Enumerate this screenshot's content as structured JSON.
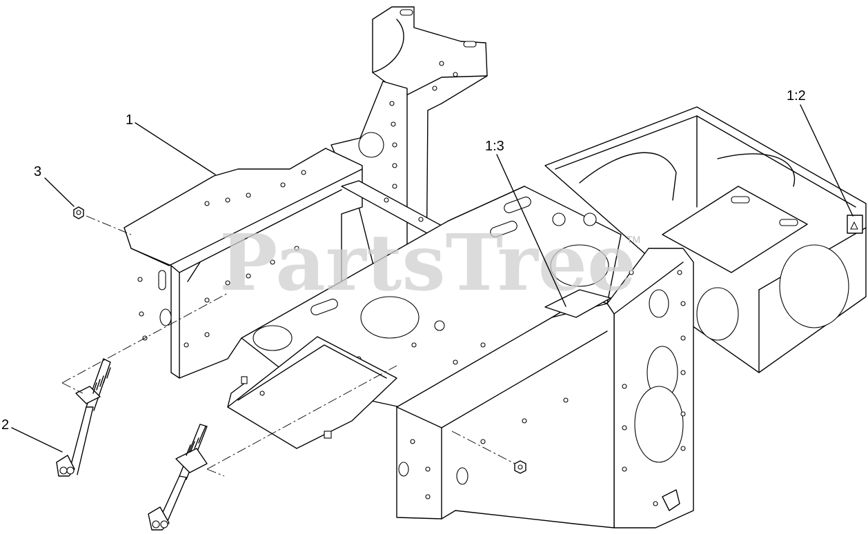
{
  "watermark": {
    "brand": "PartsTree",
    "trademark": "TM"
  },
  "callouts": [
    {
      "id": "c1",
      "label": "1"
    },
    {
      "id": "c2",
      "label": "2"
    },
    {
      "id": "c3",
      "label": "3"
    },
    {
      "id": "c12",
      "label": "1:2"
    },
    {
      "id": "c13",
      "label": "1:3"
    }
  ]
}
